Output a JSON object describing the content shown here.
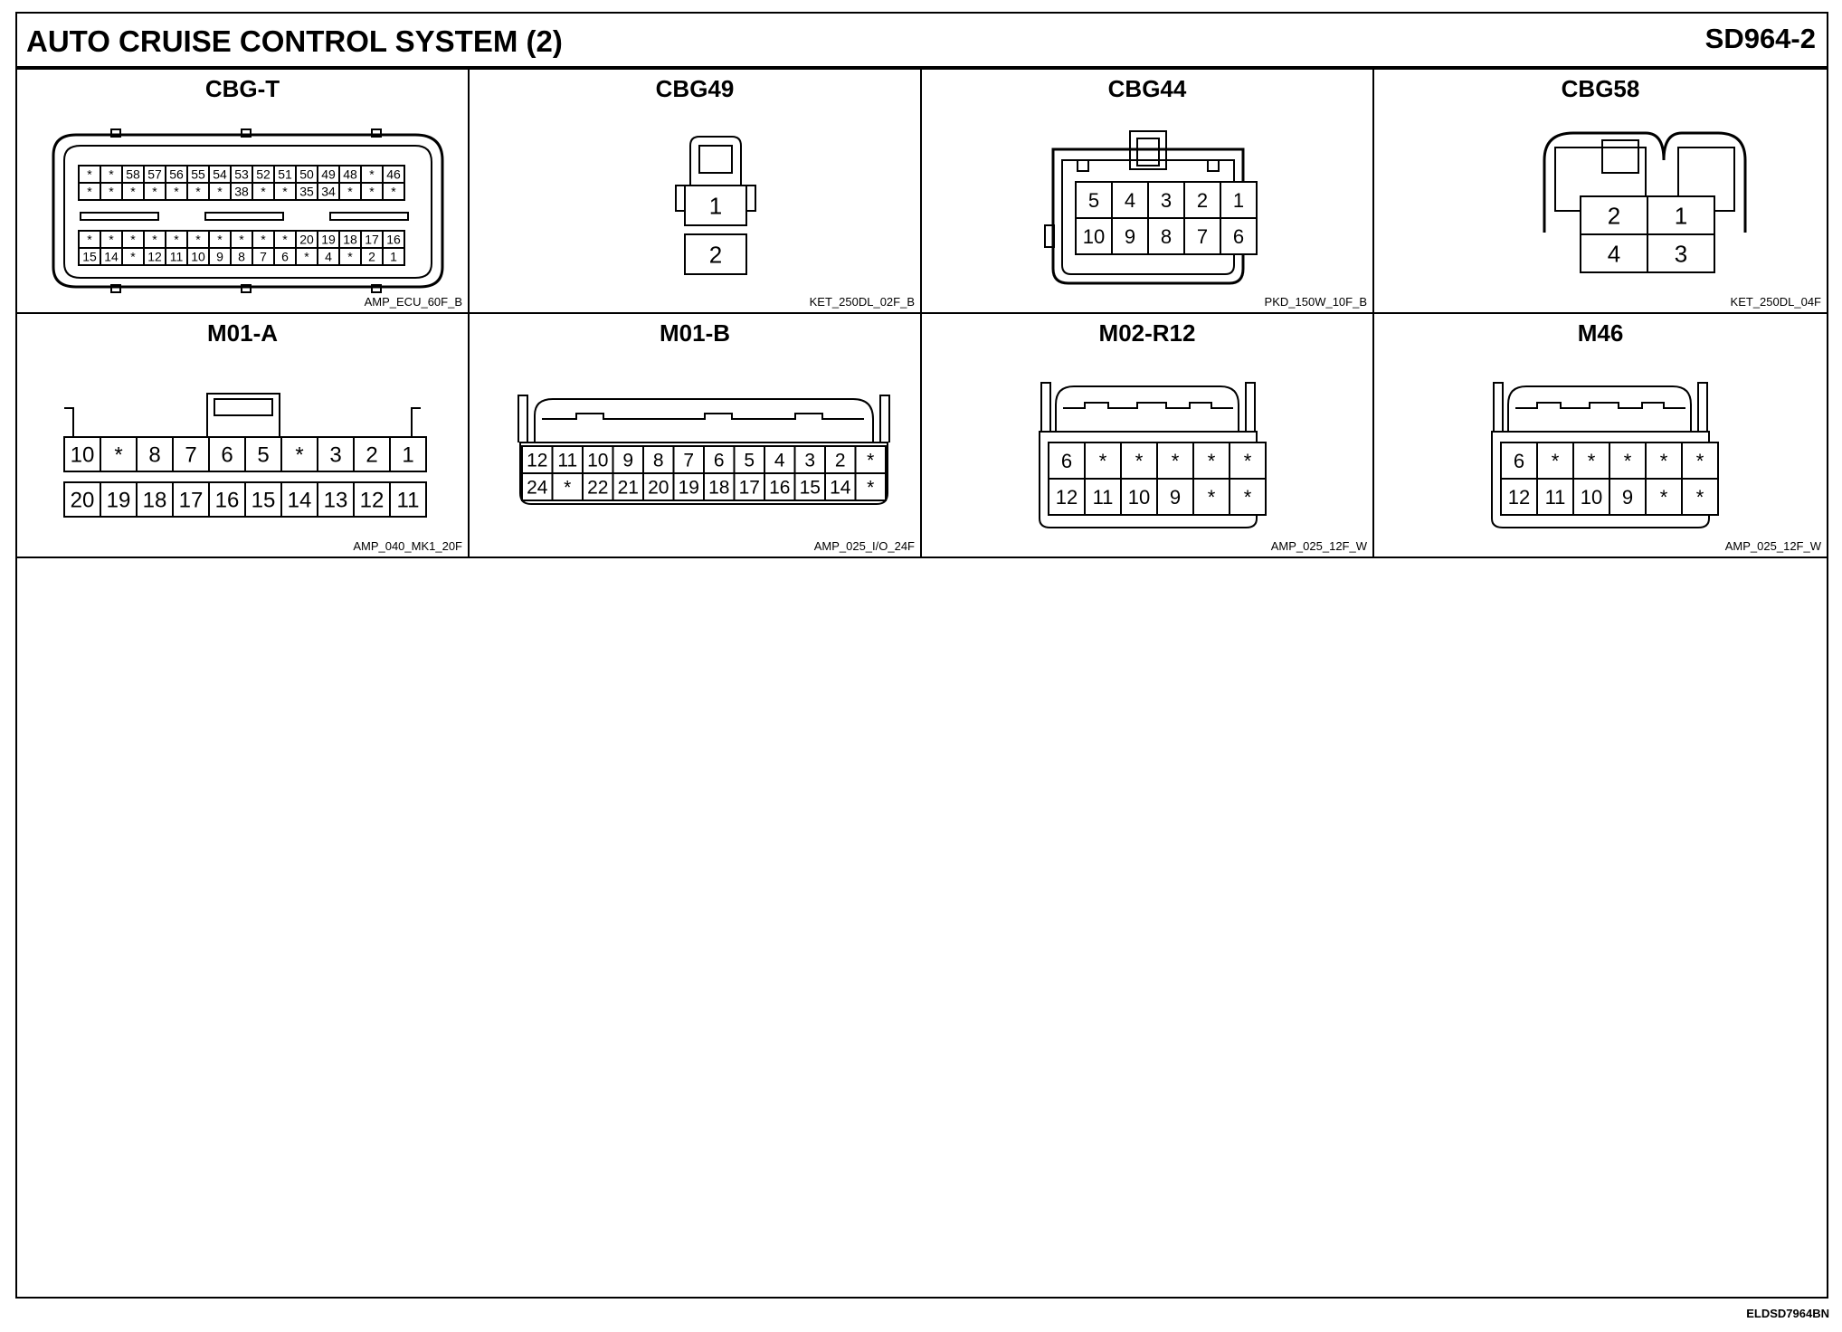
{
  "header": {
    "title": "AUTO CRUISE CONTROL SYSTEM (2)",
    "code": "SD964-2"
  },
  "footer": {
    "ref": "ELDSD7964BN"
  },
  "connectors": [
    {
      "name": "CBG-T",
      "type": "AMP_ECU_60F_B",
      "rows": [
        [
          "*",
          "*",
          "58",
          "57",
          "56",
          "55",
          "54",
          "53",
          "52",
          "51",
          "50",
          "49",
          "48",
          "*",
          "46"
        ],
        [
          "*",
          "*",
          "*",
          "*",
          "*",
          "*",
          "*",
          "38",
          "*",
          "*",
          "35",
          "34",
          "*",
          "*",
          "*"
        ],
        [
          "*",
          "*",
          "*",
          "*",
          "*",
          "*",
          "*",
          "*",
          "*",
          "*",
          "20",
          "19",
          "18",
          "17",
          "16"
        ],
        [
          "15",
          "14",
          "*",
          "12",
          "11",
          "10",
          "9",
          "8",
          "7",
          "6",
          "*",
          "4",
          "*",
          "2",
          "1"
        ]
      ]
    },
    {
      "name": "CBG49",
      "type": "KET_250DL_02F_B",
      "rows": [
        [
          "1"
        ],
        [
          "2"
        ]
      ]
    },
    {
      "name": "CBG44",
      "type": "PKD_150W_10F_B",
      "rows": [
        [
          "5",
          "4",
          "3",
          "2",
          "1"
        ],
        [
          "10",
          "9",
          "8",
          "7",
          "6"
        ]
      ]
    },
    {
      "name": "CBG58",
      "type": "KET_250DL_04F",
      "rows": [
        [
          "2",
          "1"
        ],
        [
          "4",
          "3"
        ]
      ]
    },
    {
      "name": "M01-A",
      "type": "AMP_040_MK1_20F",
      "rows": [
        [
          "10",
          "*",
          "8",
          "7",
          "6",
          "5",
          "*",
          "3",
          "2",
          "1"
        ],
        [
          "20",
          "19",
          "18",
          "17",
          "16",
          "15",
          "14",
          "13",
          "12",
          "11"
        ]
      ]
    },
    {
      "name": "M01-B",
      "type": "AMP_025_I/O_24F",
      "rows": [
        [
          "12",
          "11",
          "10",
          "9",
          "8",
          "7",
          "6",
          "5",
          "4",
          "3",
          "2",
          "*"
        ],
        [
          "24",
          "*",
          "22",
          "21",
          "20",
          "19",
          "18",
          "17",
          "16",
          "15",
          "14",
          "*"
        ]
      ]
    },
    {
      "name": "M02-R12",
      "type": "AMP_025_12F_W",
      "rows": [
        [
          "6",
          "*",
          "*",
          "*",
          "*",
          "*"
        ],
        [
          "12",
          "11",
          "10",
          "9",
          "*",
          "*"
        ]
      ]
    },
    {
      "name": "M46",
      "type": "AMP_025_12F_W",
      "rows": [
        [
          "6",
          "*",
          "*",
          "*",
          "*",
          "*"
        ],
        [
          "12",
          "11",
          "10",
          "9",
          "*",
          "*"
        ]
      ]
    }
  ]
}
